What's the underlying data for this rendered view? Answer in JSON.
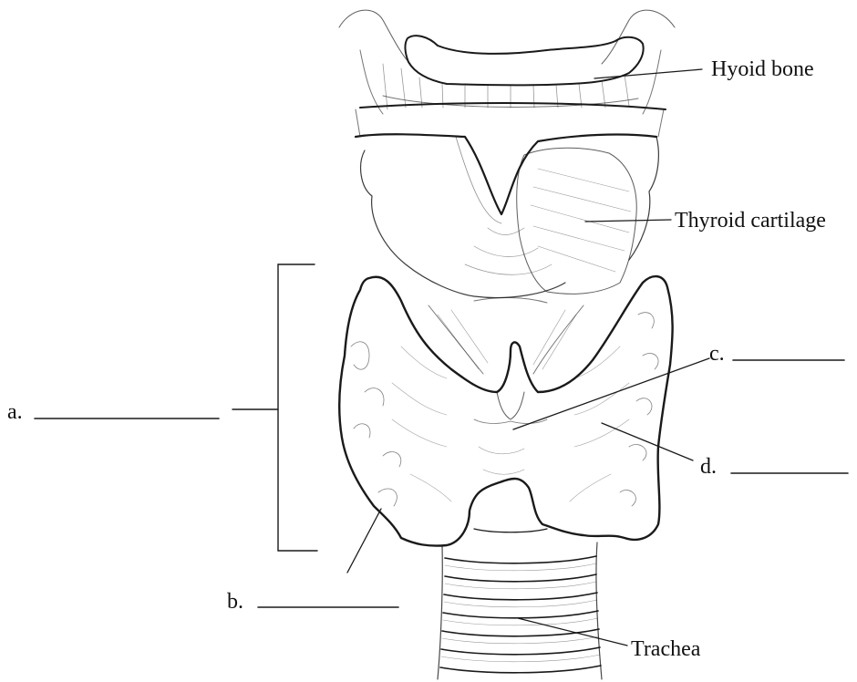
{
  "labels": {
    "hyoid": "Hyoid bone",
    "thyroid_cartilage": "Thyroid cartilage",
    "trachea": "Trachea",
    "a": "a.",
    "b": "b.",
    "c": "c.",
    "d": "d."
  },
  "colors": {
    "ink": "#1a1a1a",
    "paper": "#ffffff"
  }
}
